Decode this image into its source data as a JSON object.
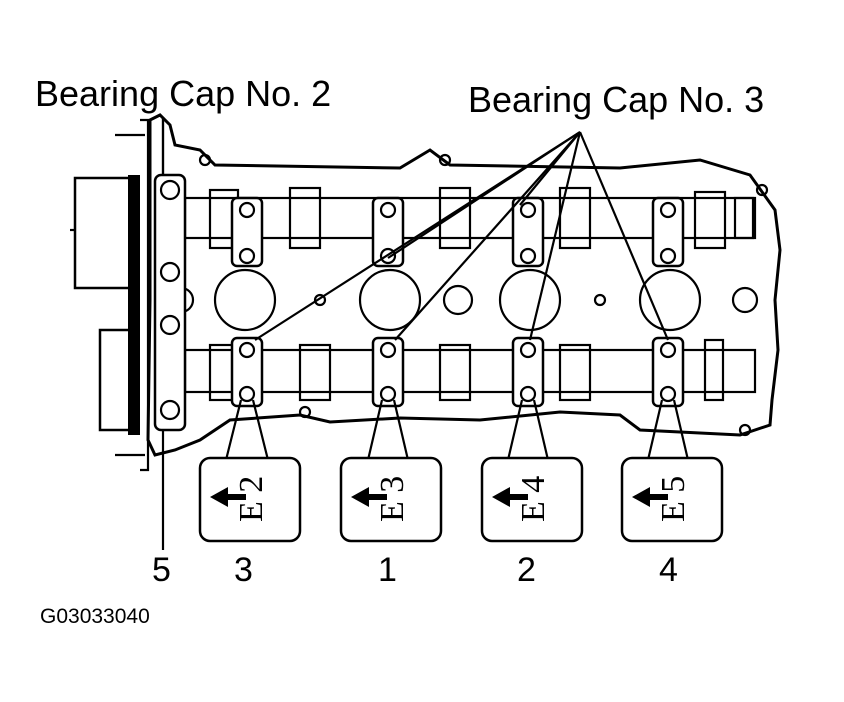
{
  "labels": {
    "cap2": "Bearing Cap No. 2",
    "cap3": "Bearing Cap No. 3",
    "code": "G03033040"
  },
  "tags": [
    {
      "id": "e2",
      "text": "E 2"
    },
    {
      "id": "e3",
      "text": "E 3"
    },
    {
      "id": "e4",
      "text": "E 4"
    },
    {
      "id": "e5",
      "text": "E 5"
    }
  ],
  "numbers": [
    {
      "id": "n5",
      "text": "5"
    },
    {
      "id": "n3",
      "text": "3"
    },
    {
      "id": "n1",
      "text": "1"
    },
    {
      "id": "n2",
      "text": "2"
    },
    {
      "id": "n4",
      "text": "4"
    }
  ]
}
